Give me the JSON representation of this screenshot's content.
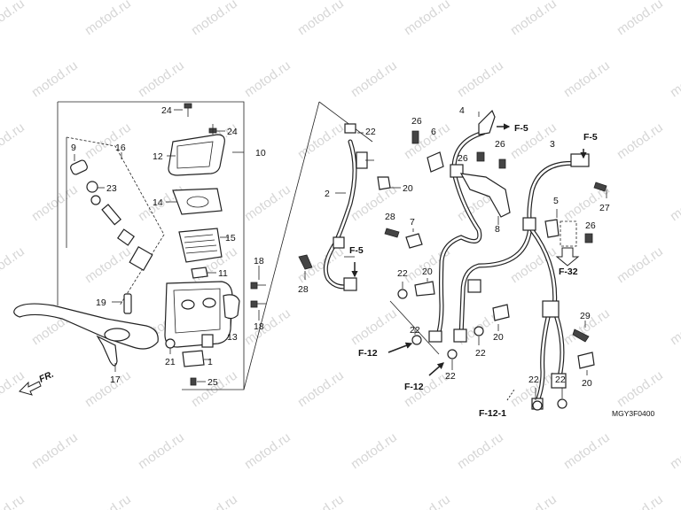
{
  "watermark": {
    "text": "motod.ru",
    "color": "#d6d6d6"
  },
  "diagram_code": "MGY3F0400",
  "direction_marker": "FR.",
  "callouts": [
    {
      "id": "c1",
      "text": "1"
    },
    {
      "id": "c2",
      "text": "2"
    },
    {
      "id": "c3",
      "text": "3"
    },
    {
      "id": "c4",
      "text": "4"
    },
    {
      "id": "c5",
      "text": "5"
    },
    {
      "id": "c6",
      "text": "6"
    },
    {
      "id": "c7",
      "text": "7"
    },
    {
      "id": "c8",
      "text": "8"
    },
    {
      "id": "c9",
      "text": "9"
    },
    {
      "id": "c10",
      "text": "10"
    },
    {
      "id": "c11",
      "text": "11"
    },
    {
      "id": "c12",
      "text": "12"
    },
    {
      "id": "c13",
      "text": "13"
    },
    {
      "id": "c14",
      "text": "14"
    },
    {
      "id": "c15",
      "text": "15"
    },
    {
      "id": "c16",
      "text": "16"
    },
    {
      "id": "c17",
      "text": "17"
    },
    {
      "id": "c18a",
      "text": "18"
    },
    {
      "id": "c18b",
      "text": "18"
    },
    {
      "id": "c19",
      "text": "19"
    },
    {
      "id": "c20a",
      "text": "20"
    },
    {
      "id": "c20b",
      "text": "20"
    },
    {
      "id": "c20c",
      "text": "20"
    },
    {
      "id": "c20d",
      "text": "20"
    },
    {
      "id": "c21",
      "text": "21"
    },
    {
      "id": "c22a",
      "text": "22"
    },
    {
      "id": "c22b",
      "text": "22"
    },
    {
      "id": "c22c",
      "text": "22"
    },
    {
      "id": "c22d",
      "text": "22"
    },
    {
      "id": "c22e",
      "text": "22"
    },
    {
      "id": "c22f",
      "text": "22"
    },
    {
      "id": "c22g",
      "text": "22"
    },
    {
      "id": "c23",
      "text": "23"
    },
    {
      "id": "c24a",
      "text": "24"
    },
    {
      "id": "c24b",
      "text": "24"
    },
    {
      "id": "c25",
      "text": "25"
    },
    {
      "id": "c26a",
      "text": "26"
    },
    {
      "id": "c26b",
      "text": "26"
    },
    {
      "id": "c26c",
      "text": "26"
    },
    {
      "id": "c26d",
      "text": "26"
    },
    {
      "id": "c27",
      "text": "27"
    },
    {
      "id": "c28a",
      "text": "28"
    },
    {
      "id": "c28b",
      "text": "28"
    },
    {
      "id": "c29",
      "text": "29"
    }
  ],
  "references": [
    {
      "id": "r1",
      "text": "F-5"
    },
    {
      "id": "r2",
      "text": "F-5"
    },
    {
      "id": "r3",
      "text": "F-5"
    },
    {
      "id": "r4",
      "text": "F-32"
    },
    {
      "id": "r5",
      "text": "F-12"
    },
    {
      "id": "r6",
      "text": "F-12"
    },
    {
      "id": "r7",
      "text": "F-12-1"
    }
  ]
}
